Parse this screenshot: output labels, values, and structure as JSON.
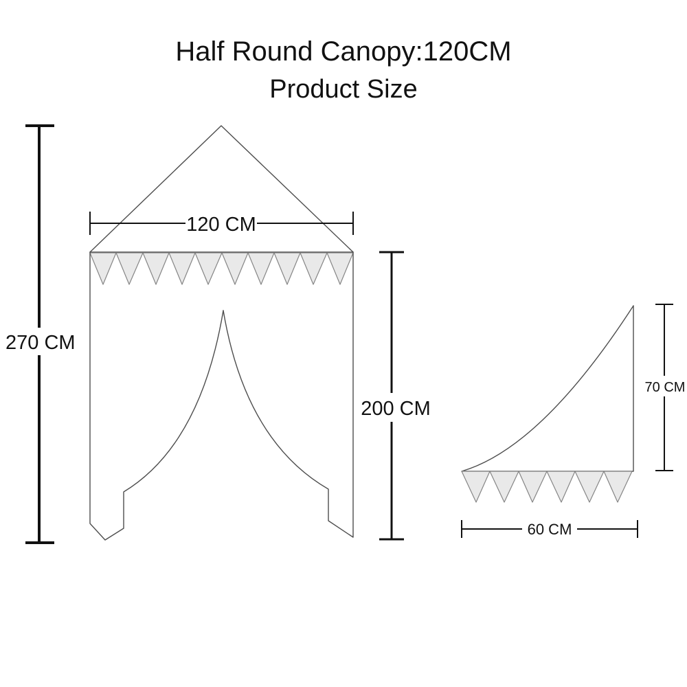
{
  "title": {
    "line1": "Half Round Canopy:120CM",
    "line2": "Product Size"
  },
  "dimensions": {
    "total_height": "270 CM",
    "canopy_width": "120 CM",
    "curtain_height": "200 CM",
    "side_height": "70 CM",
    "side_width": "60 CM"
  },
  "colors": {
    "background": "#ffffff",
    "drawing_line": "#4d4d4d",
    "dimension_line": "#111111",
    "bunting_fill": "#e9e9e9",
    "bunting_stroke": "#858585",
    "text": "#111111"
  }
}
